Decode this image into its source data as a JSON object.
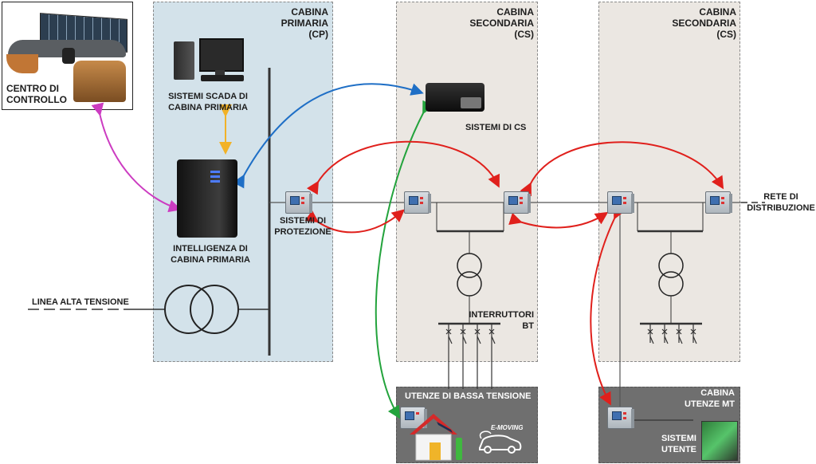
{
  "labels": {
    "control_center": "CENTRO DI\nCONTROLLO",
    "primary_cabin": "CABINA\nPRIMARIA\n(CP)",
    "secondary_cabin_1": "CABINA\nSECONDARIA\n(CS)",
    "secondary_cabin_2": "CABINA\nSECONDARIA\n(CS)",
    "scada": "SISTEMI SCADA DI\nCABINA PRIMARIA",
    "intelligence": "INTELLIGENZA DI\nCABINA PRIMARIA",
    "cs_systems": "SISTEMI DI CS",
    "protection": "SISTEMI DI\nPROTEZIONE",
    "hv_line": "LINEA ALTA TENSIONE",
    "distribution_net": "RETE DI\nDISTRIBUZIONE",
    "lv_breakers": "INTERRUTTORI\nBT",
    "lv_users": "UTENZE DI BASSA TENSIONE",
    "mv_cabin": "CABINA\nUTENZE MT",
    "user_systems": "SISTEMI\nUTENTE",
    "e_moving": "E-MOVING"
  },
  "colors": {
    "primary_zone": "#d3e2ea",
    "secondary_zone": "#ebe7e2",
    "user_zone": "#6f6f6f",
    "arrow_red": "#e0201c",
    "arrow_blue": "#1f6fc6",
    "arrow_green": "#23a33c",
    "arrow_orange": "#f2b227",
    "arrow_magenta": "#cc3cc1"
  }
}
